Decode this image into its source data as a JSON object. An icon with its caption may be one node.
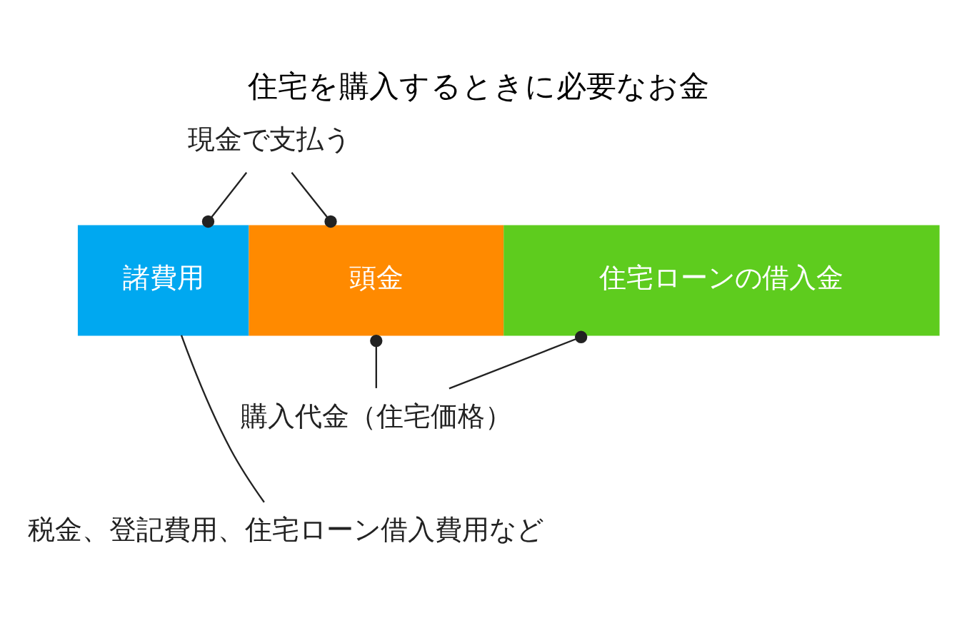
{
  "diagram": {
    "title": "住宅を購入するときに必要なお金",
    "nodes": [
      {
        "text": [
          "現金で支払う"
        ]
      },
      {
        "text": [
          "諸費用"
        ]
      },
      {
        "text": [
          "頭金"
        ]
      },
      {
        "text": [
          "住宅ローンの借入金"
        ]
      },
      {
        "text": [
          "購入代金（住宅価格）"
        ]
      },
      {
        "text": [
          "税金、登記費用、住宅ローン借入費用など"
        ]
      }
    ],
    "edges": [
      {
        "from": 0,
        "to": 1,
        "arrow": "other"
      },
      {
        "from": 0,
        "to": 2,
        "arrow": "other"
      },
      {
        "from": 4,
        "to": 2,
        "arrow": "other"
      },
      {
        "from": 4,
        "to": 3,
        "arrow": "other"
      },
      {
        "from": 5,
        "to": 1,
        "arrow": "none"
      }
    ]
  }
}
